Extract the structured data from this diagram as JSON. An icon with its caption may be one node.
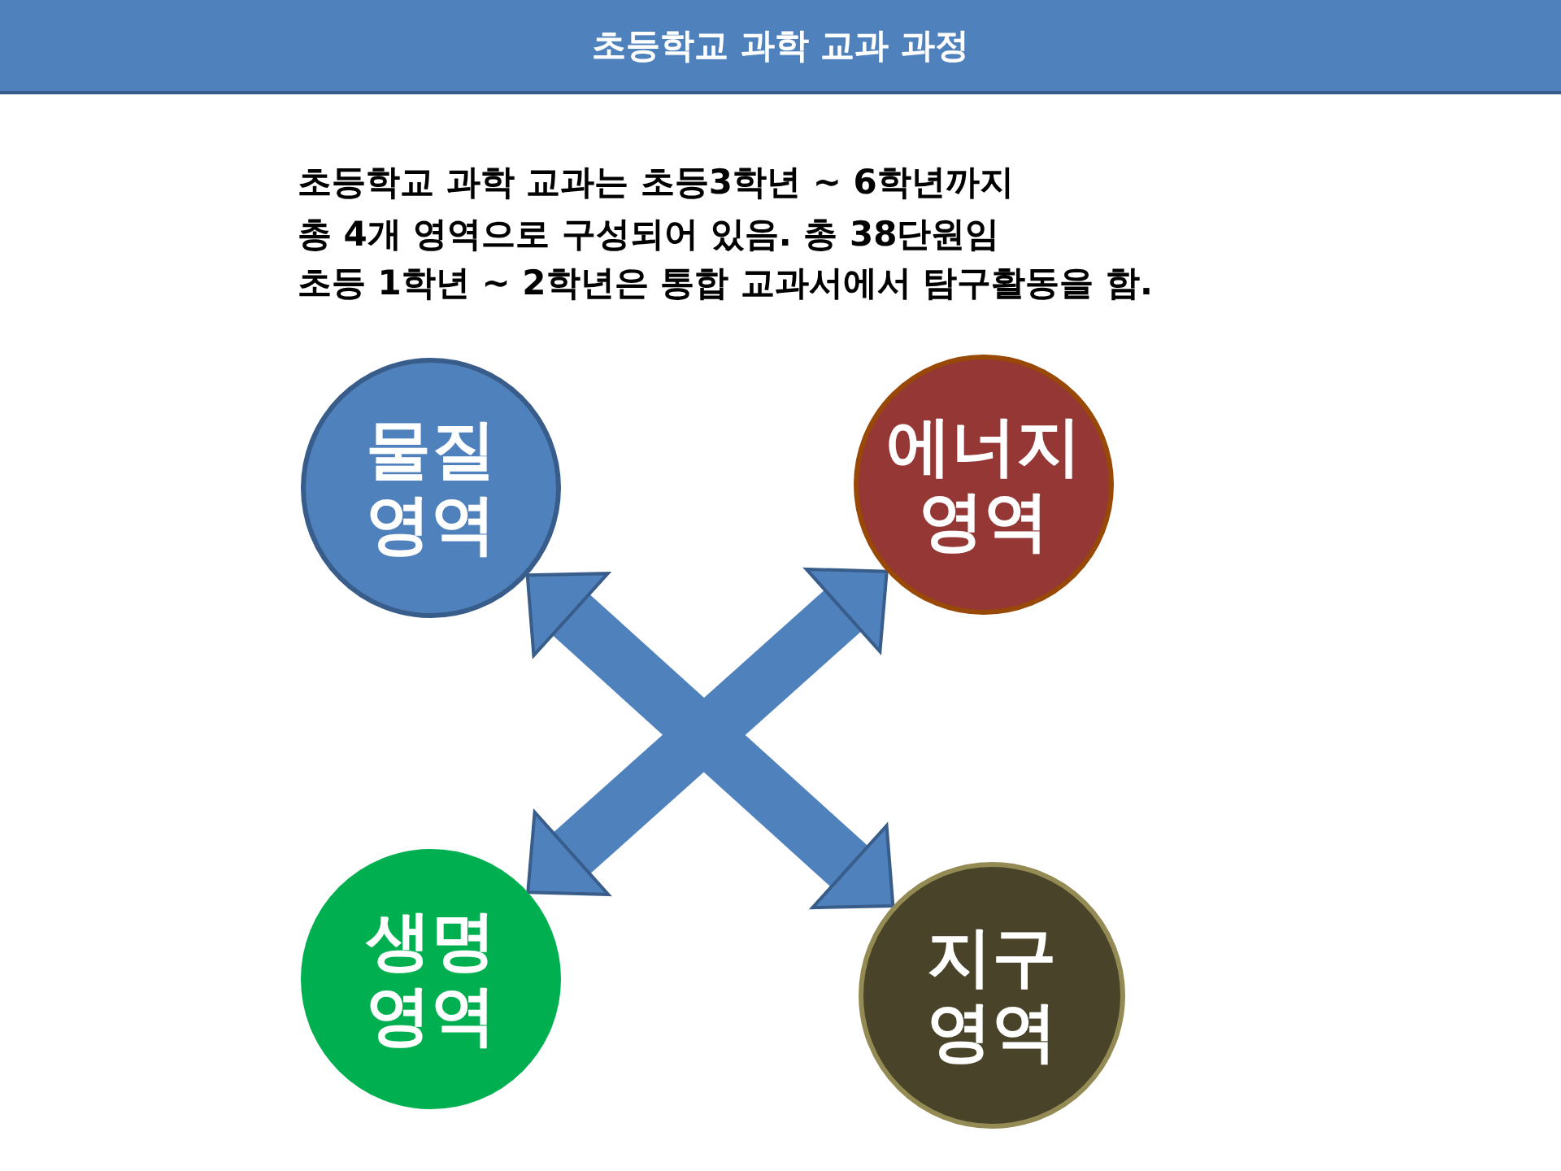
{
  "diagram": {
    "title": "초등학교 과학 교과 과정",
    "nodes": [
      {
        "text": [
          "물질 영역"
        ]
      },
      {
        "text": [
          "에너지 영역"
        ]
      },
      {
        "text": [
          "생명 영역"
        ]
      },
      {
        "text": [
          "지구 영역"
        ]
      }
    ],
    "edges": [
      {
        "from": 0,
        "to": 3,
        "arrow": "both"
      },
      {
        "from": 1,
        "to": 2,
        "arrow": "both"
      }
    ],
    "labels": [
      "초등학교 과학 교과는 초등3학년 ~ 6학년까지",
      "총 4개 영역으로 구성되어 있음. 총 38단원임",
      "초등 1학년 ~ 2학년은 통합 교과서에서 탐구활동을 함."
    ]
  }
}
